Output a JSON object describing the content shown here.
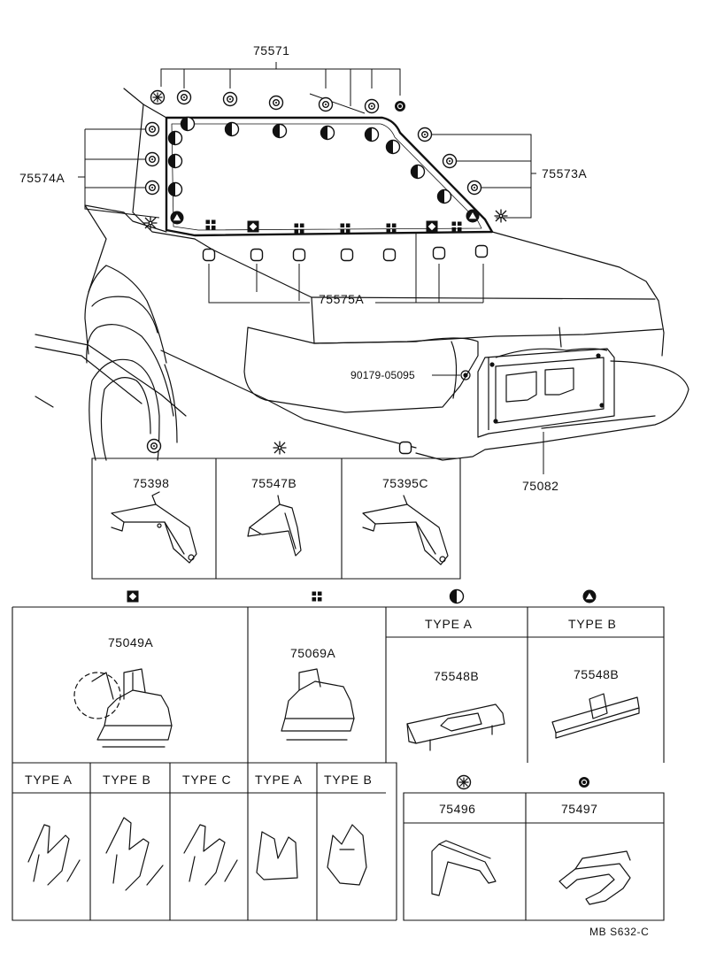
{
  "callouts": {
    "upper_moulding": "75571",
    "side_moulding": "75574A",
    "front_moulding": "75573A",
    "lower_moulding": "75575A",
    "screw": "90179-05095",
    "panel": "75082"
  },
  "clip_row1": [
    {
      "part": "75398"
    },
    {
      "part": "75547B"
    },
    {
      "part": "75395C"
    }
  ],
  "clip_row2": [
    {
      "part": "75049A"
    },
    {
      "part": "75069A"
    },
    {
      "type": "TYPE A",
      "part": "75548B"
    },
    {
      "type": "TYPE B",
      "part": "75548B"
    }
  ],
  "type_cells": [
    {
      "type": "TYPE A"
    },
    {
      "type": "TYPE B"
    },
    {
      "type": "TYPE C"
    },
    {
      "type": "TYPE A"
    },
    {
      "type": "TYPE B"
    }
  ],
  "clip_row3": [
    {
      "part": "75496"
    },
    {
      "part": "75497"
    }
  ],
  "drawing_code": "MB S632-C"
}
